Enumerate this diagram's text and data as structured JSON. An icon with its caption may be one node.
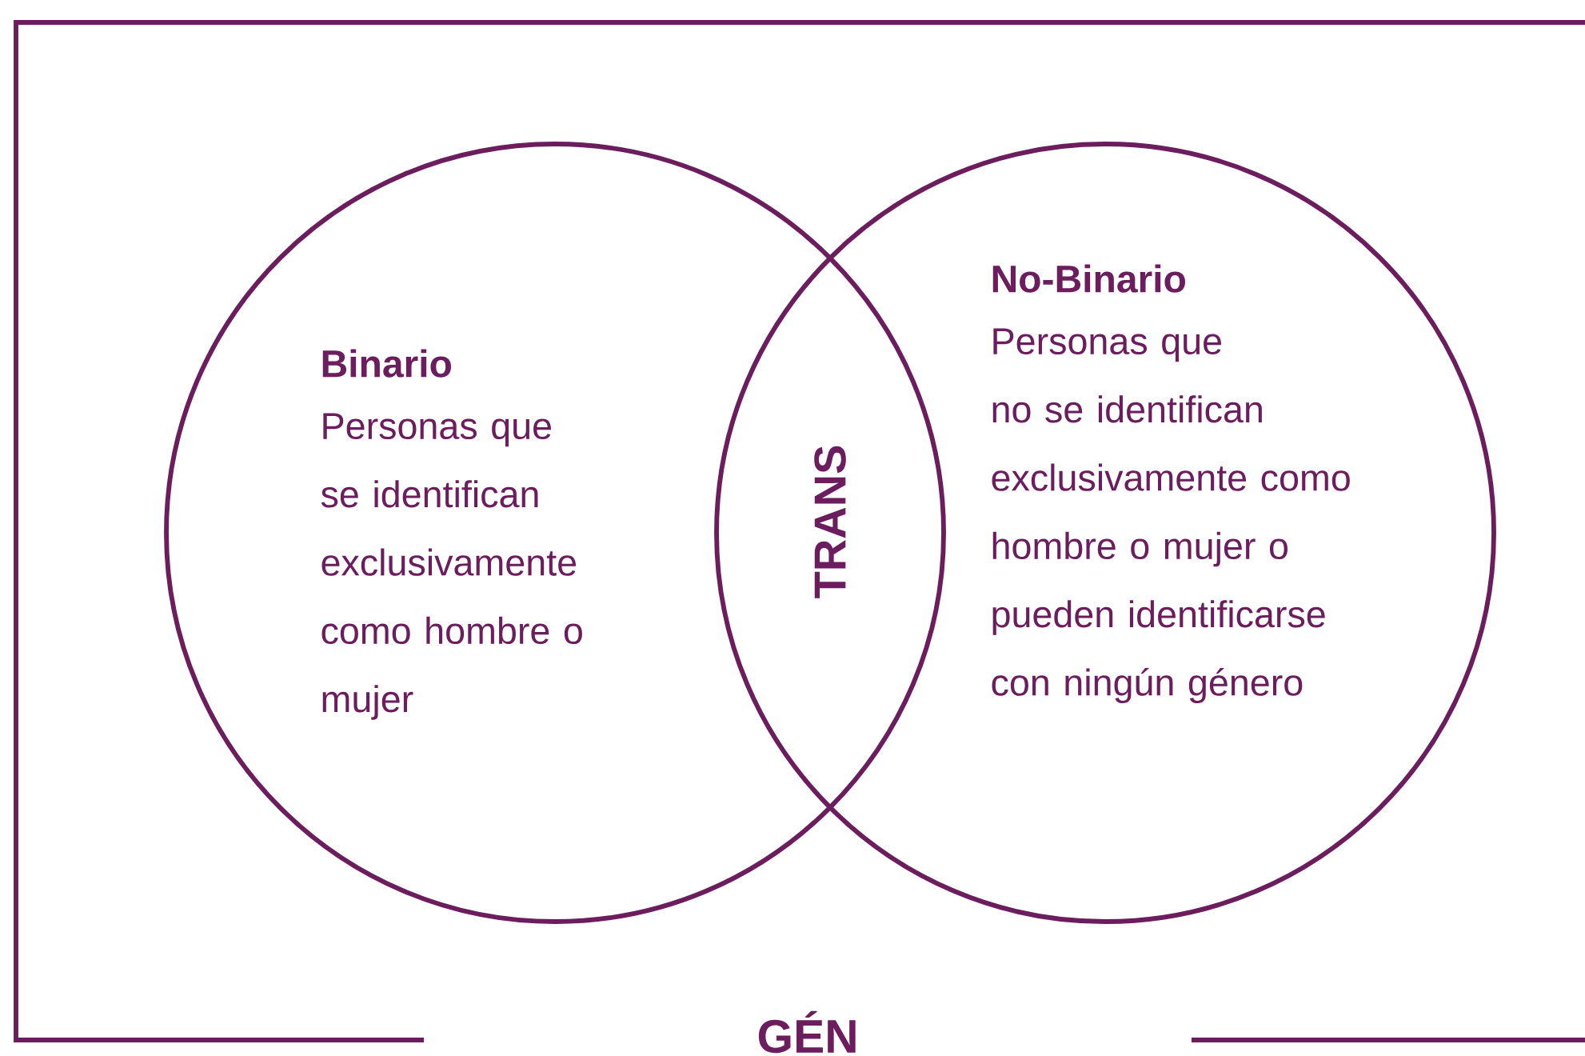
{
  "diagram": {
    "nodes": [
      {
        "text": [
          "GÉN"
        ]
      },
      {
        "text": [
          "Binario",
          "Personas que se identifican exclusivamente como hombre o mujer"
        ],
        "in": 0
      },
      {
        "text": [
          "No-Binario",
          "Personas que no se identifican exclusivamente como hombre o mujer o pueden identificarse con ningún género"
        ],
        "in": 0
      }
    ],
    "labels": [
      "TRANS"
    ]
  }
}
